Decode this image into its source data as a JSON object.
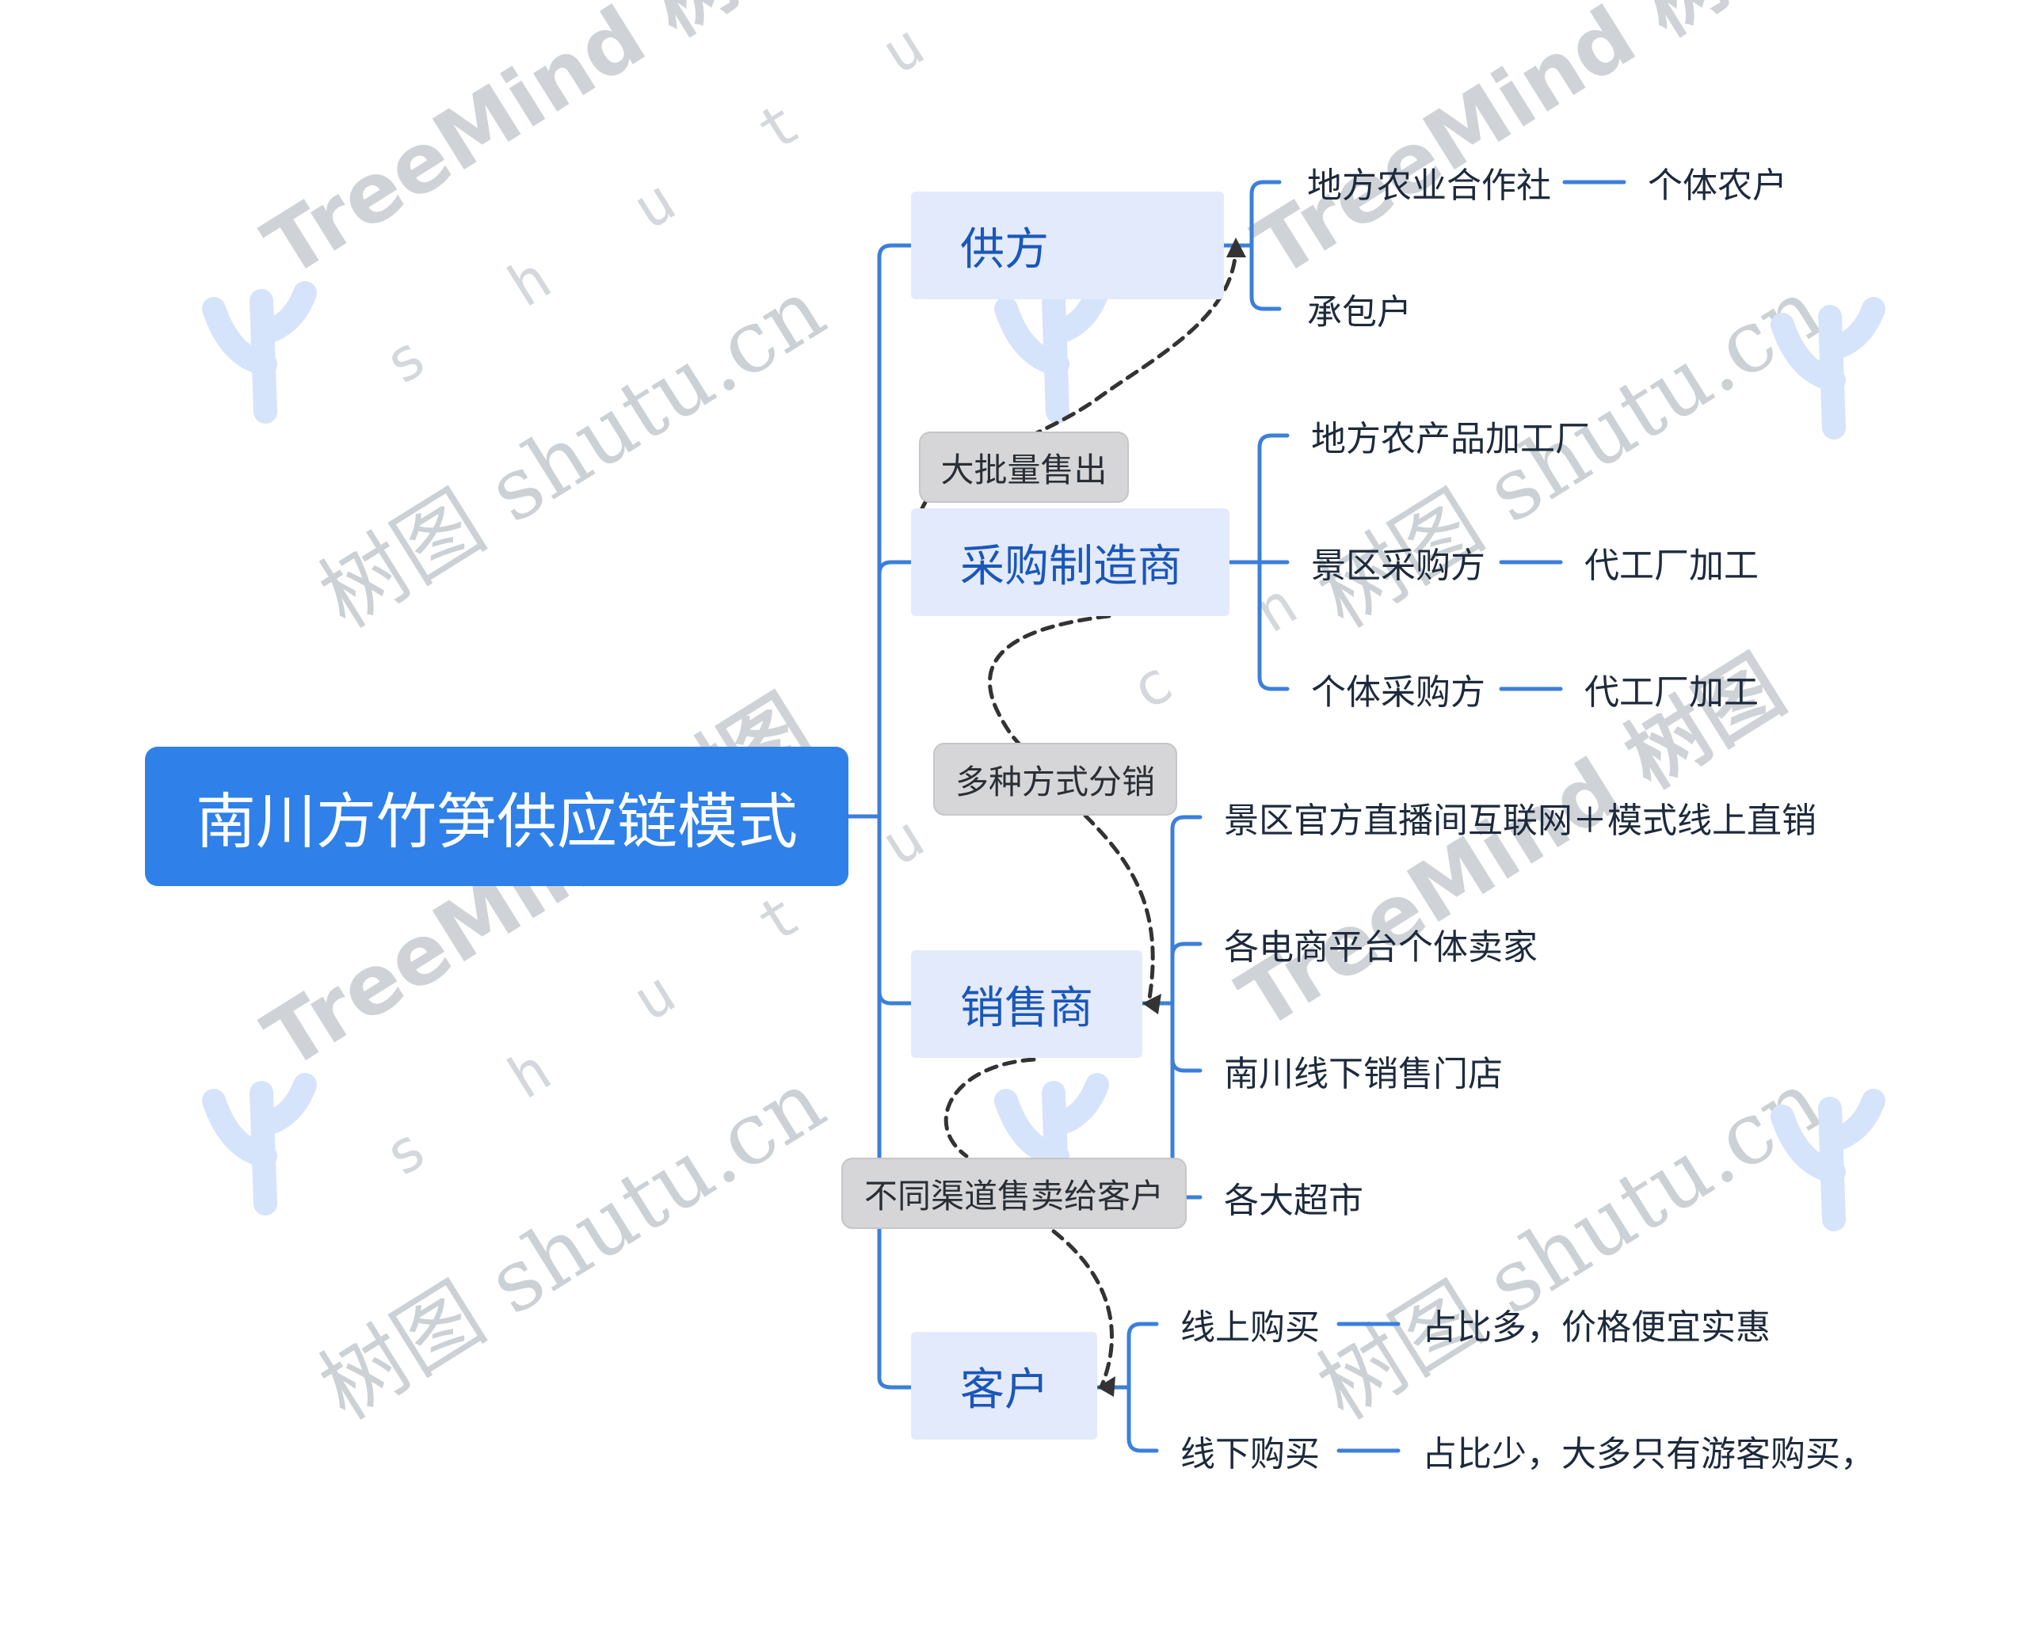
{
  "colors": {
    "root_fill": "#2f80e8",
    "branch_fill": "#e3eafc",
    "branch_text": "#1a57b8",
    "connector": "#3b7fdb",
    "dashed_arrow": "#333333",
    "pill_fill": "#d6d6d8"
  },
  "watermark": {
    "brand": "TreeMind 树图",
    "domain_spaced": "s h u t u . c n",
    "domain": "树图 shutu.cn"
  },
  "root": {
    "label": "南川方竹笋供应链模式"
  },
  "branches": [
    {
      "label": "供方",
      "children": [
        {
          "label": "地方农业合作社",
          "detail": "个体农户"
        },
        {
          "label": "承包户"
        }
      ]
    },
    {
      "label": "采购制造商",
      "children": [
        {
          "label": "地方农产品加工厂"
        },
        {
          "label": "景区采购方",
          "detail": "代工厂加工"
        },
        {
          "label": "个体采购方",
          "detail": "代工厂加工"
        }
      ]
    },
    {
      "label": "销售商",
      "children": [
        {
          "label": "景区官方直播间互联网＋模式线上直销"
        },
        {
          "label": "各电商平台个体卖家"
        },
        {
          "label": "南川线下销售门店"
        },
        {
          "label": "各大超市"
        }
      ]
    },
    {
      "label": "客户",
      "children": [
        {
          "label": "线上购买",
          "detail": "占比多，价格便宜实惠"
        },
        {
          "label": "线下购买",
          "detail": "占比少，大多只有游客购买，"
        }
      ]
    }
  ],
  "relations": [
    {
      "label": "大批量售出"
    },
    {
      "label": "多种方式分销"
    },
    {
      "label": "不同渠道售卖给客户"
    }
  ]
}
